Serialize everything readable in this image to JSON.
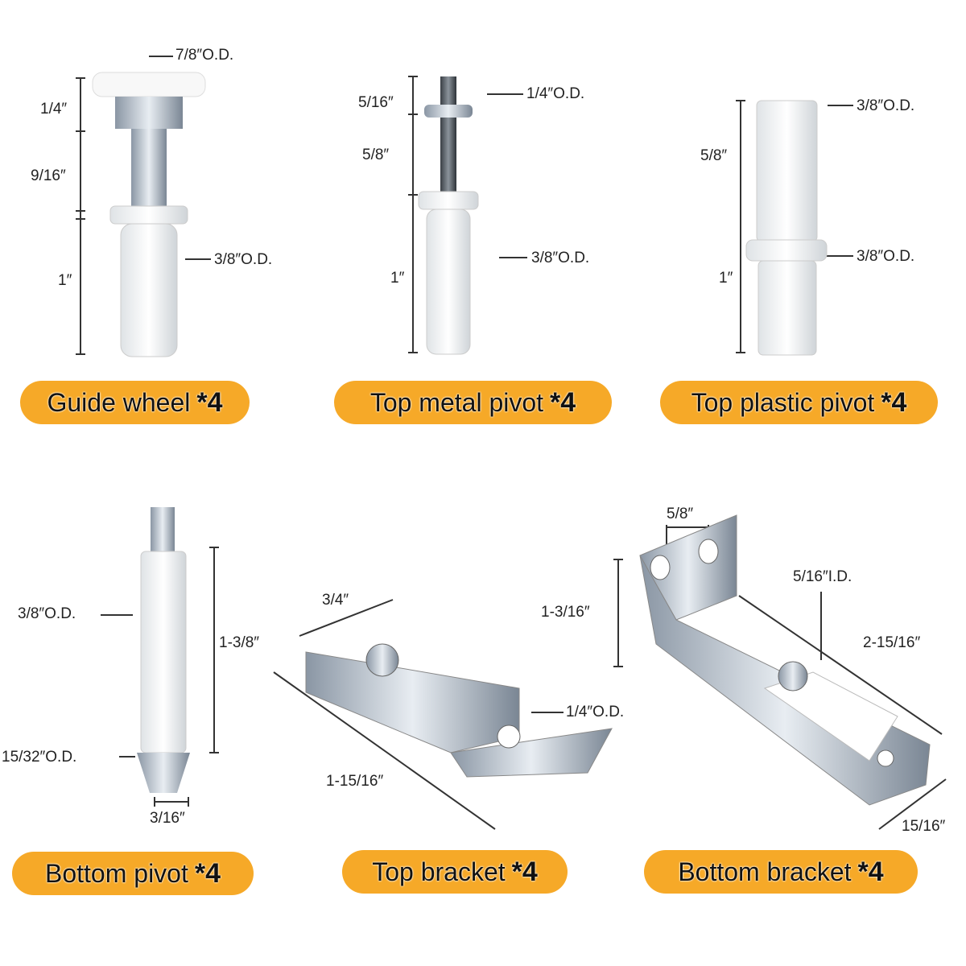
{
  "accent_color": "#F6A928",
  "items": [
    {
      "name": "Guide wheel",
      "qty": "*4",
      "dims": [
        "7/8″O.D.",
        "1/4″",
        "9/16″",
        "1″",
        "3/8″O.D."
      ]
    },
    {
      "name": "Top metal pivot",
      "qty": "*4",
      "dims": [
        "5/16″",
        "1/4″O.D.",
        "5/8″",
        "1″",
        "3/8″O.D."
      ]
    },
    {
      "name": "Top plastic pivot",
      "qty": "*4",
      "dims": [
        "3/8″O.D.",
        "5/8″",
        "1″",
        "3/8″O.D."
      ]
    },
    {
      "name": "Bottom pivot",
      "qty": "*4",
      "dims": [
        "3/8″O.D.",
        "1-3/8″",
        "15/32″O.D.",
        "3/16″"
      ]
    },
    {
      "name": "Top bracket",
      "qty": "*4",
      "dims": [
        "3/4″",
        "1/4″O.D.",
        "1-15/16″"
      ]
    },
    {
      "name": "Bottom bracket",
      "qty": "*4",
      "dims": [
        "5/8″",
        "1-3/16″",
        "5/16″I.D.",
        "2-15/16″",
        "15/16″"
      ]
    }
  ]
}
